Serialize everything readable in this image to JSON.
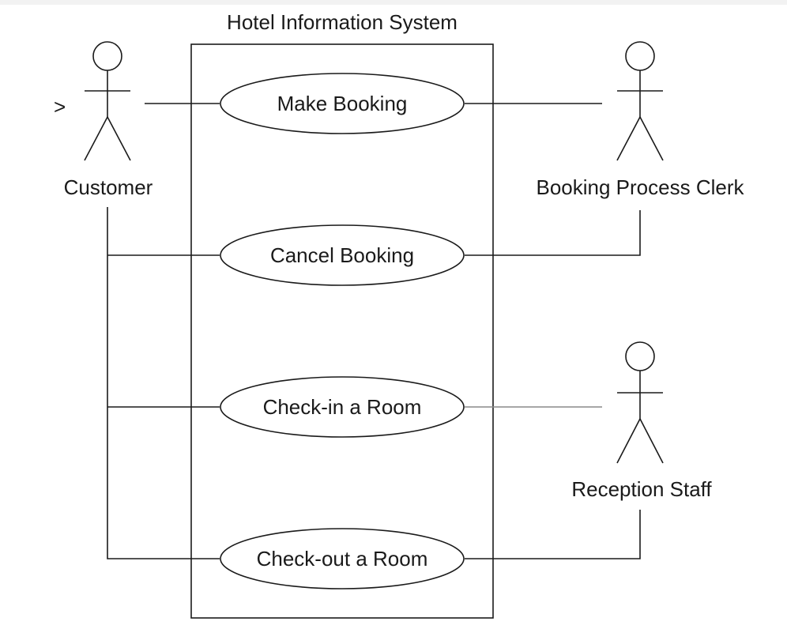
{
  "system": {
    "title": "Hotel Information System"
  },
  "actors": {
    "customer": {
      "label": "Customer",
      "marker": ">"
    },
    "clerk": {
      "label": "Booking Process Clerk"
    },
    "reception": {
      "label": "Reception Staff"
    }
  },
  "use_cases": {
    "make_booking": {
      "label": "Make Booking"
    },
    "cancel_booking": {
      "label": "Cancel Booking"
    },
    "check_in": {
      "label": "Check-in a Room"
    },
    "check_out": {
      "label": "Check-out a Room"
    }
  },
  "colors": {
    "stroke": "#1a1a1a",
    "light_line": "#8a8a8a",
    "background": "#ffffff"
  }
}
